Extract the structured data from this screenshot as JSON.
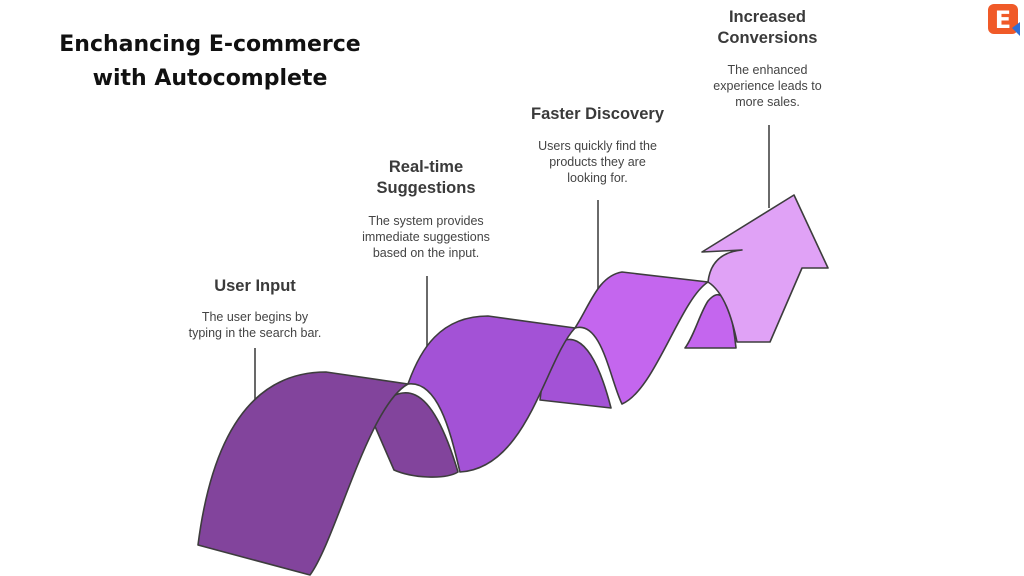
{
  "title": {
    "line1": "Enchancing E-commerce",
    "line2": "with Autocomplete"
  },
  "steps": [
    {
      "title_lines": [
        "User Input"
      ],
      "desc_lines": [
        "The user begins by",
        "typing in the search bar."
      ],
      "color": "#82449C"
    },
    {
      "title_lines": [
        "Real-time",
        "Suggestions"
      ],
      "desc_lines": [
        "The system provides",
        "immediate suggestions",
        "based on the input."
      ],
      "color": "#A352D6"
    },
    {
      "title_lines": [
        "Faster Discovery"
      ],
      "desc_lines": [
        "Users quickly find the",
        "products they are",
        "looking for."
      ],
      "color": "#C466EE"
    },
    {
      "title_lines": [
        "Increased",
        "Conversions"
      ],
      "desc_lines": [
        "The enhanced",
        "experience leads to",
        "more sales."
      ],
      "color": "#E0A2F6"
    }
  ],
  "logo": {
    "letter": "E",
    "color": "#F05A28",
    "accent": "#2F6FD6"
  }
}
